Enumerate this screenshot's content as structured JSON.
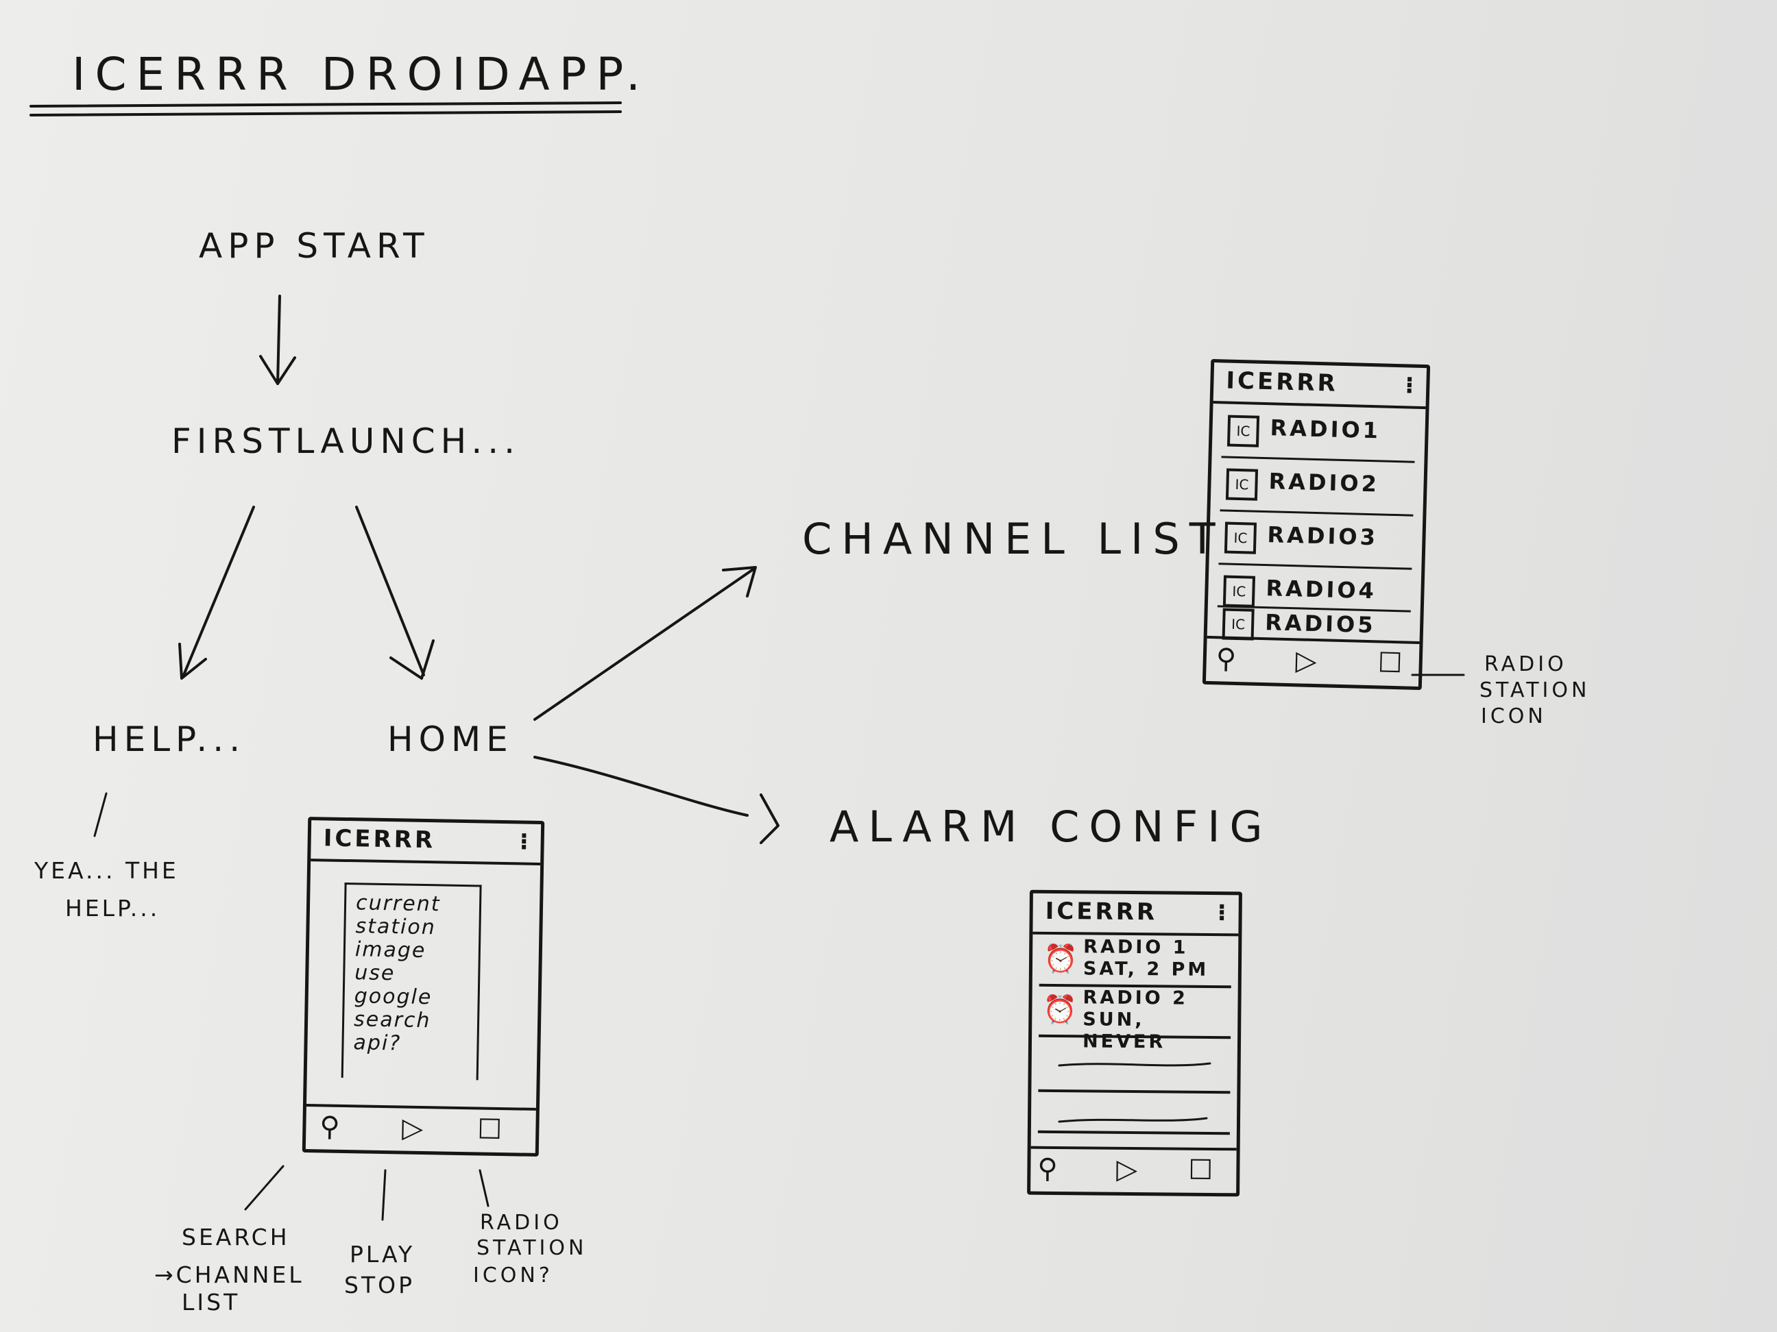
{
  "title": "ICERRR DROIDAPP.",
  "nodes": {
    "app_start": "APP START",
    "first_launch": "FIRSTLAUNCH...",
    "help": "HELP...",
    "help_note_line1": "YEA... THE",
    "help_note_line2": "HELP...",
    "home": "HOME",
    "channel_list": "CHANNEL LIST",
    "alarm_config": "ALARM CONFIG"
  },
  "home_phone": {
    "app_name": "ICERRR",
    "menu_icon": "overflow-menu-icon",
    "content": [
      "current",
      "station",
      "image",
      "",
      "use google",
      "search api?"
    ],
    "footer_icons": [
      "search-icon",
      "play-icon",
      "radio-station-icon"
    ]
  },
  "home_annotations": {
    "search": [
      "SEARCH",
      "→CHANNEL",
      "LIST"
    ],
    "play": [
      "PLAY",
      "STOP"
    ],
    "station": [
      "RADIO",
      "STATION",
      "ICON?"
    ]
  },
  "channel_phone": {
    "app_name": "ICERRR",
    "stations": [
      "RADIO1",
      "RADIO2",
      "RADIO3",
      "RADIO4",
      "RADIO5"
    ],
    "station_icon_text": "IC",
    "footer_icons": [
      "search-icon",
      "play-icon",
      "radio-station-icon"
    ],
    "annotation": [
      "RADIO",
      "STATION",
      "ICON"
    ]
  },
  "alarm_phone": {
    "app_name": "ICERRR",
    "alarms": [
      {
        "station": "RADIO 1",
        "schedule": "SAT, 2 PM"
      },
      {
        "station": "RADIO 2",
        "schedule": "SUN, NEVER"
      }
    ],
    "footer_icons": [
      "search-icon",
      "play-icon",
      "radio-station-icon"
    ]
  },
  "icons": {
    "menu": "⁝",
    "search": "⚲",
    "play": "▷",
    "station": "☐",
    "alarm": "⏰"
  }
}
